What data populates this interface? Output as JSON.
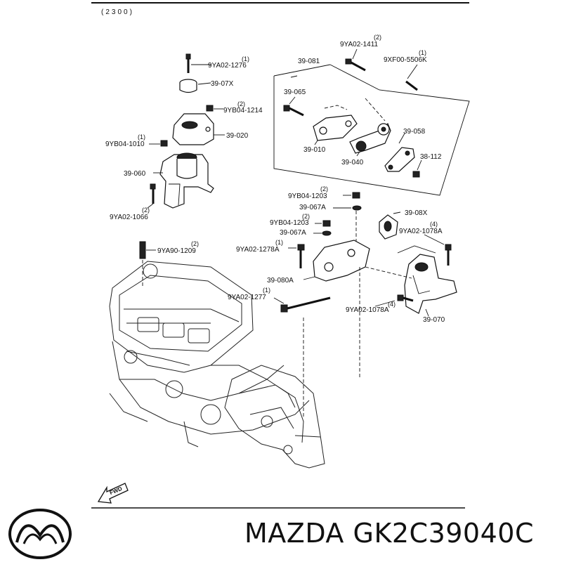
{
  "diagram": {
    "section_code": "(2300)",
    "fwd_label": "FWD",
    "callouts": [
      {
        "code": "9YA02-1276",
        "qty": "(1)"
      },
      {
        "code": "39-07X",
        "qty": ""
      },
      {
        "code": "9YB04-1214",
        "qty": "(2)"
      },
      {
        "code": "39-020",
        "qty": ""
      },
      {
        "code": "9YB04-1010",
        "qty": "(1)"
      },
      {
        "code": "39-060",
        "qty": ""
      },
      {
        "code": "9YA02-1066",
        "qty": "(2)"
      },
      {
        "code": "39-081",
        "qty": ""
      },
      {
        "code": "9YA02-1411",
        "qty": "(2)"
      },
      {
        "code": "9XF00-5506K",
        "qty": "(1)"
      },
      {
        "code": "39-065",
        "qty": ""
      },
      {
        "code": "39-010",
        "qty": ""
      },
      {
        "code": "39-040",
        "qty": ""
      },
      {
        "code": "39-058",
        "qty": ""
      },
      {
        "code": "38-112",
        "qty": ""
      },
      {
        "code": "9YB04-1203",
        "qty": "(2)"
      },
      {
        "code": "39-067A",
        "qty": ""
      },
      {
        "code": "9YB04-1203",
        "qty": "(2)"
      },
      {
        "code": "39-067A",
        "qty": ""
      },
      {
        "code": "39-08X",
        "qty": ""
      },
      {
        "code": "9YA02-1078A",
        "qty": "(4)"
      },
      {
        "code": "9YA02-1278A",
        "qty": "(1)"
      },
      {
        "code": "9YA90-1209",
        "qty": "(2)"
      },
      {
        "code": "39-080A",
        "qty": ""
      },
      {
        "code": "9YA02-1277",
        "qty": "(1)"
      },
      {
        "code": "9YA02-1078A",
        "qty": "(4)"
      },
      {
        "code": "39-070",
        "qty": ""
      }
    ]
  },
  "brand": {
    "name": "MAZDA",
    "part_number": "GK2C39040C",
    "logo": "mazda-logo"
  }
}
